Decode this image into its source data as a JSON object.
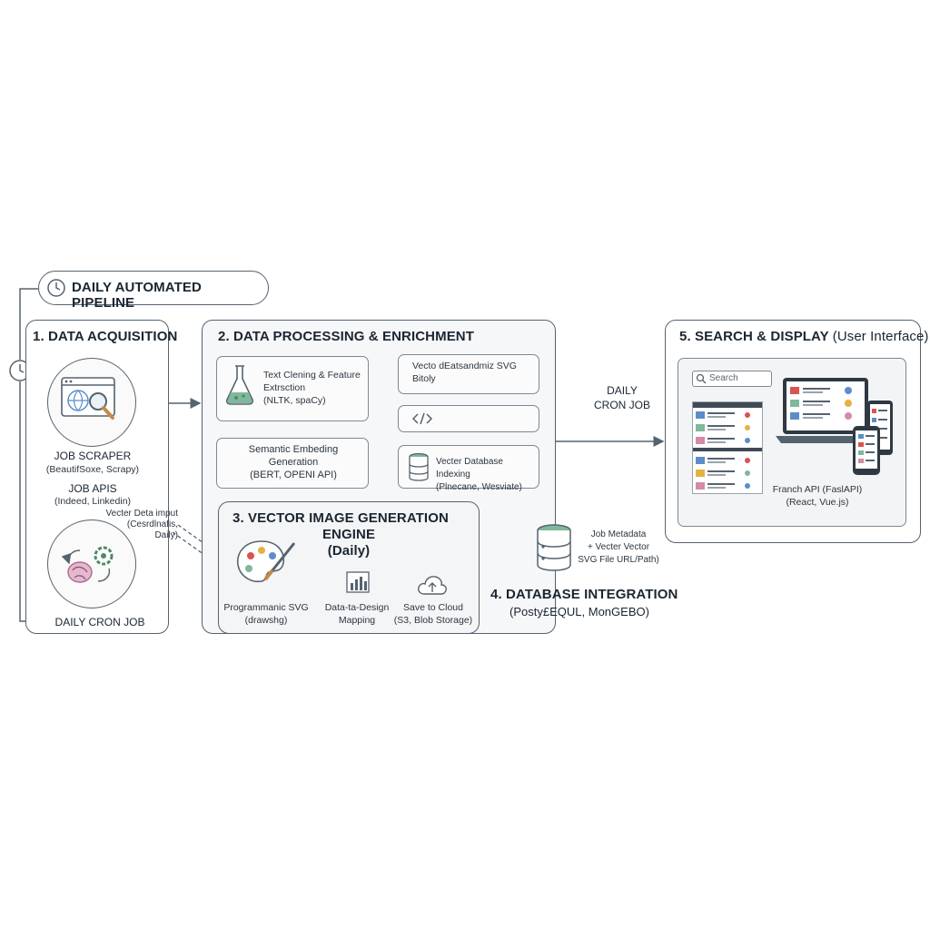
{
  "pipeline": {
    "title": "DAILY AUTOMATED PIPELINE"
  },
  "acquisition": {
    "title": "1. DATA ACQUISITION",
    "job_scraper": "JOB SCRAPER",
    "job_scraper_tools": "(BeautifSoxe, Scrapy)",
    "job_apis": "JOB APIS",
    "job_apis_sources": "(Indeed, Linkedin)",
    "cron": "DAILY CRON JOB"
  },
  "processing": {
    "title": "2. DATA PROCESSING & ENRICHMENT",
    "text_cleaning": [
      "Text Clening & Feature",
      "Extrsction",
      "(NLTK, spaCy)"
    ],
    "vector_svg": [
      "Vecto dEatsandmiz SVG",
      "Bitoly"
    ],
    "semantic": [
      "Semantic Embeding",
      "Generation",
      "(BERT, OPENI API)"
    ],
    "vector_db": [
      "Vecter Database Indexing",
      "(Plnecane, Wesviate)"
    ]
  },
  "input_note": [
    "Vecter Deta imput",
    "(Cesrdlnafis,",
    "Daily)"
  ],
  "vector_engine": {
    "title_line1": "3. VECTOR IMAGE GENERATION",
    "title_line2": "ENGINE",
    "title_line3": "(Daily)",
    "programmatic": [
      "Programmanic SVG",
      "(drawshg)"
    ],
    "mapping": [
      "Data-ta-Design",
      "Mapping"
    ],
    "cloud": [
      "Save to Cloud",
      "(S3, Blob Storage)"
    ]
  },
  "database": {
    "title": "4. DATABASE INTEGRATION",
    "subtitle": "(Posty£EQUL, MonGEBO)",
    "metadata": [
      "Job Metadata",
      "+ Vecter Vector",
      "SVG File URL/Path)"
    ]
  },
  "display": {
    "title_bold": "5. SEARCH & DISPLAY",
    "title_rest": "(User Interface)",
    "search_placeholder": "Search",
    "api_caption": [
      "Franch API (FaslAPI)",
      "(React, Vue.js)"
    ],
    "cron": [
      "DAILY",
      "CRON JOB"
    ]
  },
  "icons": {
    "clock": "clock-icon",
    "browser": "browser-search-icon",
    "gears": "gears-icon",
    "flask": "flask-icon",
    "code": "code-icon",
    "database": "database-icon",
    "palette": "palette-brush-icon",
    "chart": "bar-chart-icon",
    "cloud": "cloud-upload-icon"
  },
  "colors": {
    "line": "#55636f",
    "accent_green": "#7fb89a",
    "accent_pink": "#d58aa6",
    "accent_blue": "#5b8ec9"
  }
}
